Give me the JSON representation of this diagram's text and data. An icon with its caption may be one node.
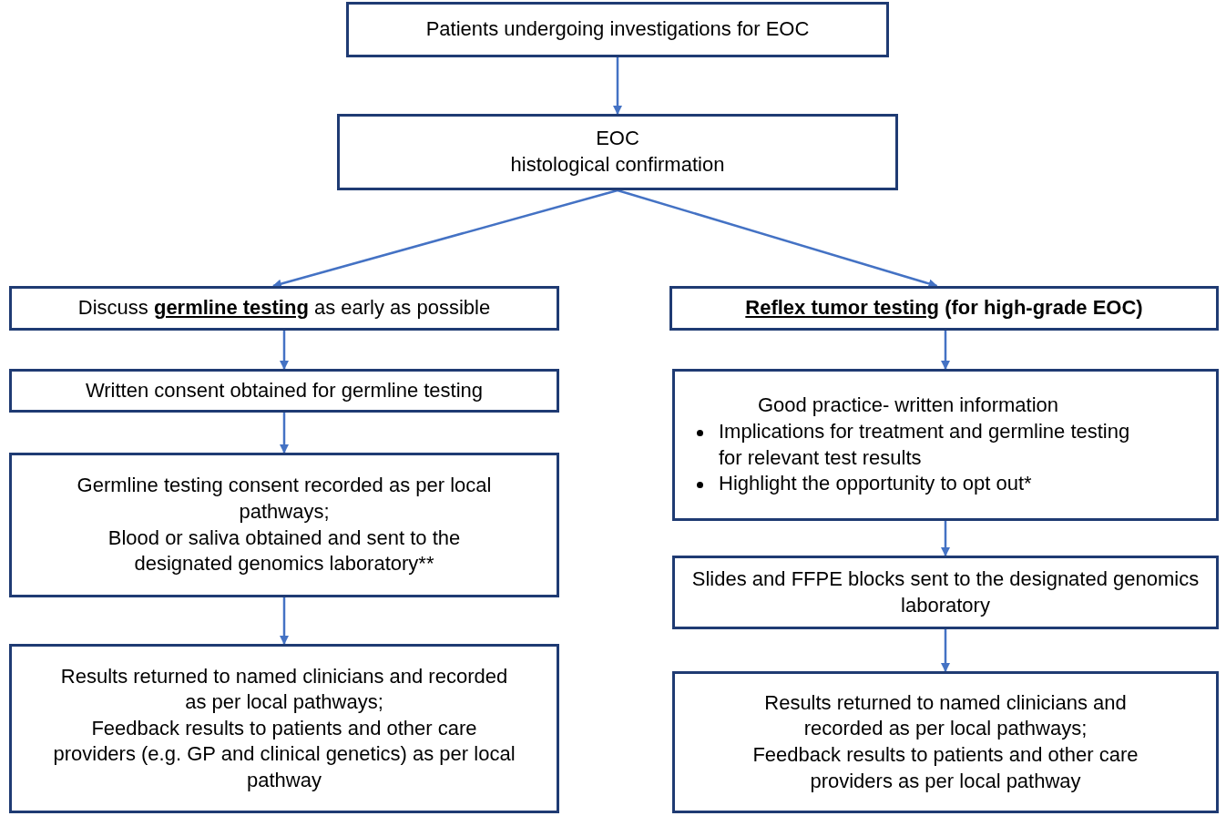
{
  "diagram": {
    "nodes": [
      {
        "text": [
          "Patients undergoing investigations for EOC"
        ]
      },
      {
        "text": [
          "EOC",
          "histological confirmation"
        ]
      },
      {
        "text": [
          "Discuss **germline testing** as early as possible"
        ]
      },
      {
        "text": [
          "**Reflex tumor testing** (for high-grade EOC)"
        ]
      },
      {
        "text": [
          "Written consent obtained for germline testing"
        ]
      },
      {
        "text": [
          "Good practice- written information",
          "Implications for treatment and germline testing for relevant test results",
          "Highlight the opportunity to opt out*"
        ]
      },
      {
        "text": [
          "Germline testing consent recorded as per local pathways;",
          "Blood or saliva obtained and sent to the designated genomics laboratory**"
        ]
      },
      {
        "text": [
          "Slides and FFPE blocks sent to the designated genomics laboratory"
        ]
      },
      {
        "text": [
          "Results returned to named clinicians and recorded as per local pathways;",
          "Feedback results to patients and other care providers (e.g. GP and clinical genetics) as per local pathway"
        ]
      },
      {
        "text": [
          "Results returned to named clinicians and recorded as per local pathways;",
          "Feedback results to patients and other care providers as per local pathway"
        ]
      }
    ],
    "edges": [
      {
        "from": 0,
        "to": 1,
        "arrow": "to"
      },
      {
        "from": 1,
        "to": 2,
        "arrow": "to"
      },
      {
        "from": 1,
        "to": 3,
        "arrow": "to"
      },
      {
        "from": 2,
        "to": 4,
        "arrow": "to"
      },
      {
        "from": 4,
        "to": 6,
        "arrow": "to"
      },
      {
        "from": 6,
        "to": 8,
        "arrow": "to"
      },
      {
        "from": 3,
        "to": 5,
        "arrow": "to"
      },
      {
        "from": 5,
        "to": 7,
        "arrow": "to"
      },
      {
        "from": 7,
        "to": 9,
        "arrow": "to"
      }
    ]
  }
}
